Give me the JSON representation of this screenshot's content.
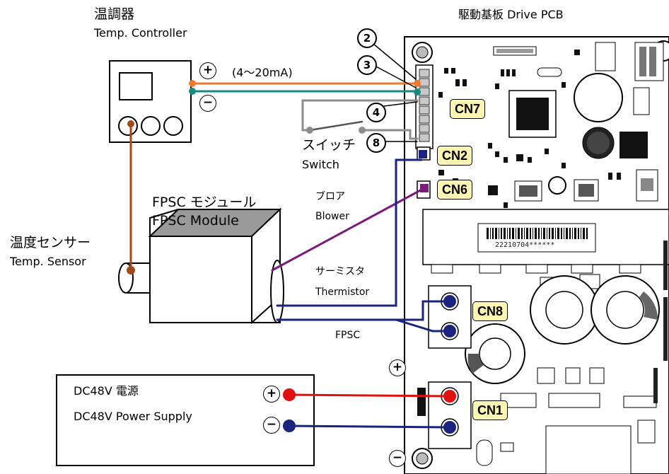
{
  "controller": {
    "title_jp": "温調器",
    "title_en": "Temp. Controller"
  },
  "pcb": {
    "title": "駆動基板  Drive PCB",
    "barcode_text": "22210704******"
  },
  "current_label": "(4～20mA)",
  "pin_numbers": [
    "2",
    "3",
    "4",
    "8"
  ],
  "connectors": [
    "CN7",
    "CN2",
    "CN6",
    "CN8",
    "CN1"
  ],
  "switch": {
    "jp": "スイッチ",
    "en": "Switch"
  },
  "fpsc_module": {
    "jp": "FPSC モジュール",
    "en": "FPSC Module"
  },
  "sensor": {
    "jp": "温度センサー",
    "en": "Temp. Sensor"
  },
  "blower": {
    "jp": "ブロア",
    "en": "Blower"
  },
  "thermistor": {
    "jp": "サーミスタ",
    "en": "Thermistor"
  },
  "fpsc_label": "FPSC",
  "power_supply": {
    "jp": "DC48V  電源",
    "en": "DC48V Power Supply"
  },
  "polarity": {
    "plus": "+",
    "minus": "−"
  },
  "colors": {
    "orange_wire": "#f07a2a",
    "teal_wire": "#1a8a80",
    "brown_wire": "#a04a1a",
    "purple_wire": "#7a1a7a",
    "blue_wire": "#1a237e",
    "red_wire": "#e01010",
    "tag_bg": "#fff6b3",
    "switch_wire": "#8c8c8c"
  }
}
